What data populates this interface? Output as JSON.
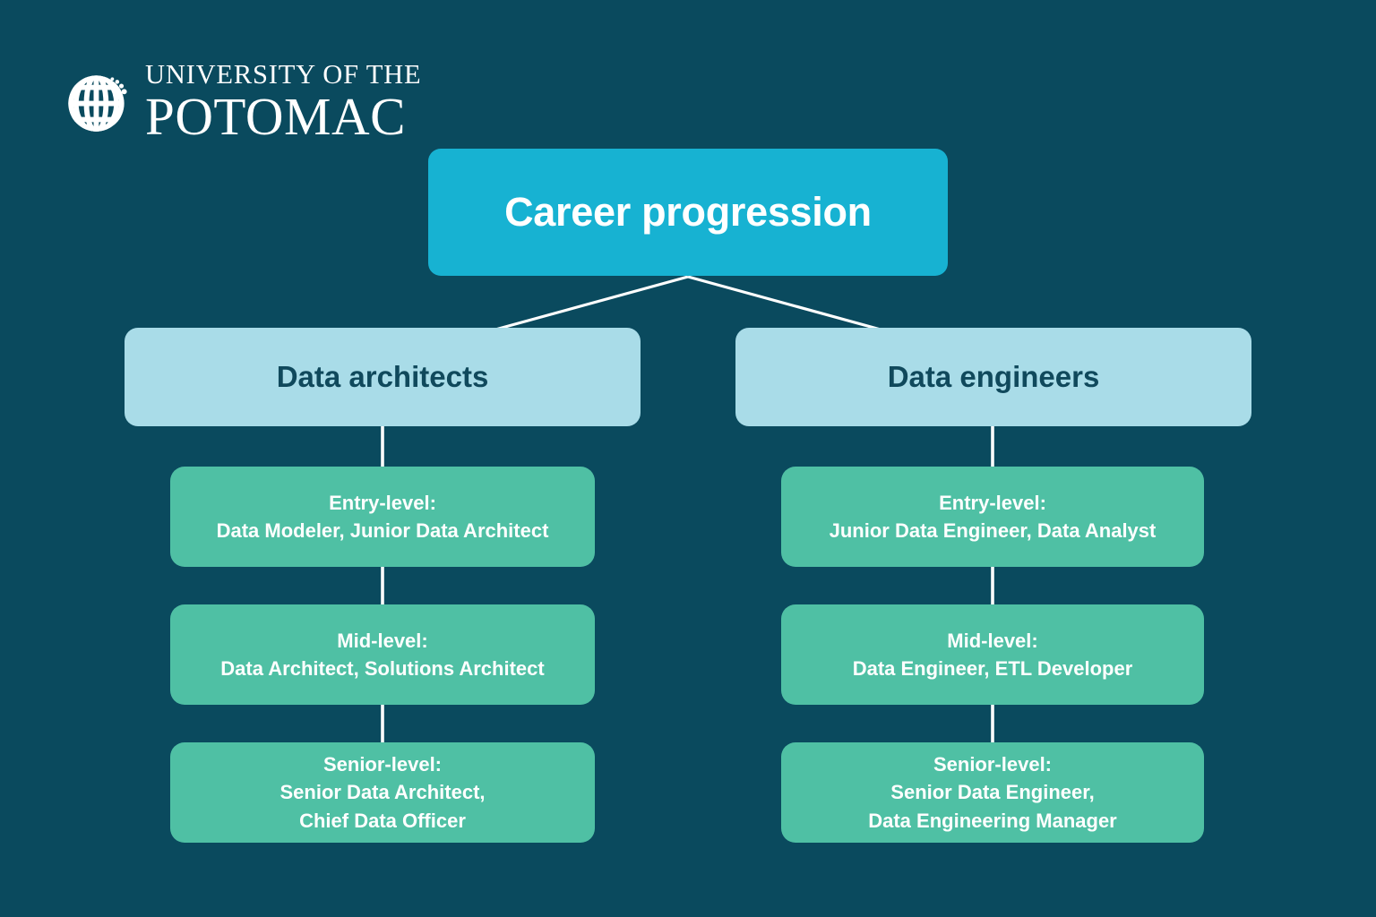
{
  "background_color": "#0a4a5e",
  "logo": {
    "icon": "globe-icon",
    "line_top": "UNIVERSITY OF THE",
    "line_bottom": "POTOMAC"
  },
  "diagram": {
    "title": "Career progression",
    "title_color": "#17b2d2",
    "category_color": "#a9dce8",
    "level_color": "#4fc0a4",
    "connector_color": "#ffffff",
    "columns": [
      {
        "category": "Data architects",
        "levels": [
          "Entry-level:\nData Modeler, Junior Data Architect",
          "Mid-level:\nData Architect, Solutions Architect",
          "Senior-level:\nSenior Data Architect,\nChief Data Officer"
        ]
      },
      {
        "category": "Data engineers",
        "levels": [
          "Entry-level:\nJunior Data Engineer, Data Analyst",
          "Mid-level:\nData Engineer, ETL Developer",
          "Senior-level:\nSenior Data Engineer,\nData Engineering Manager"
        ]
      }
    ]
  }
}
